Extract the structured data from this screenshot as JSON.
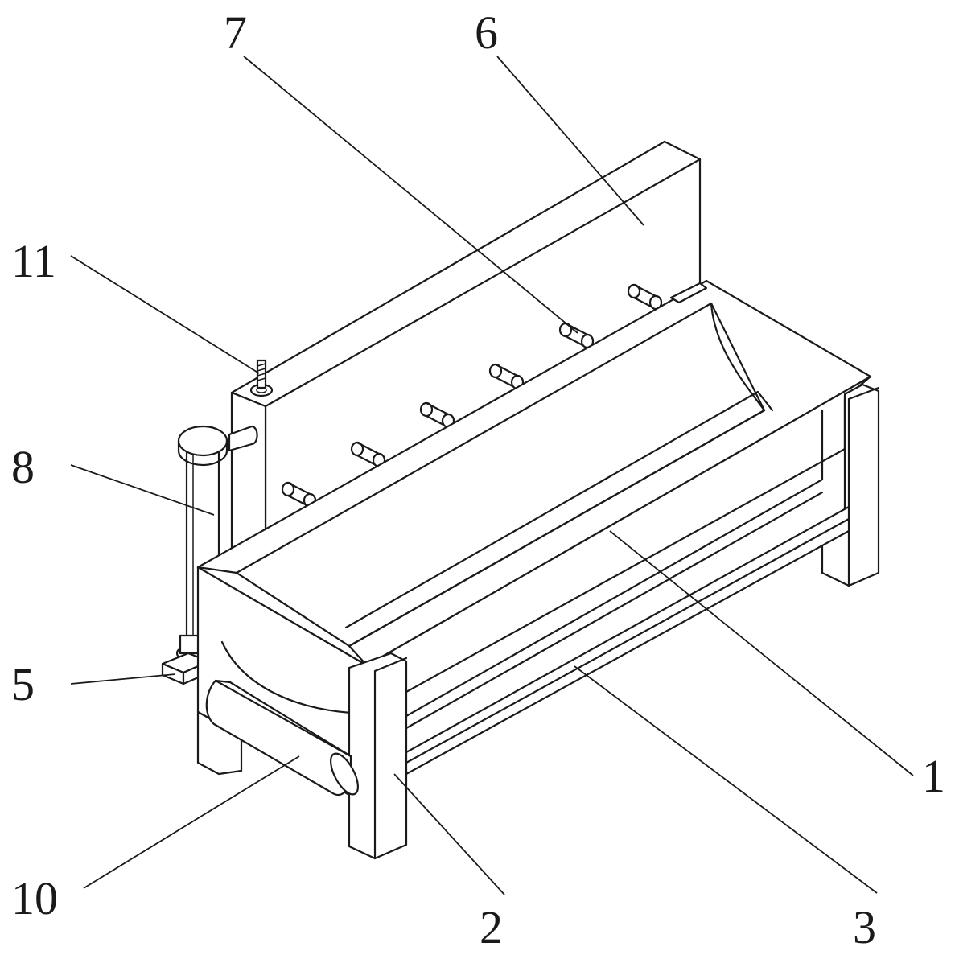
{
  "labels": {
    "l1": "1",
    "l2": "2",
    "l3": "3",
    "l5": "5",
    "l6": "6",
    "l7": "7",
    "l8": "8",
    "l10": "10",
    "l11": "11"
  },
  "colors": {
    "line": "#1a1a1a",
    "background": "#ffffff"
  }
}
